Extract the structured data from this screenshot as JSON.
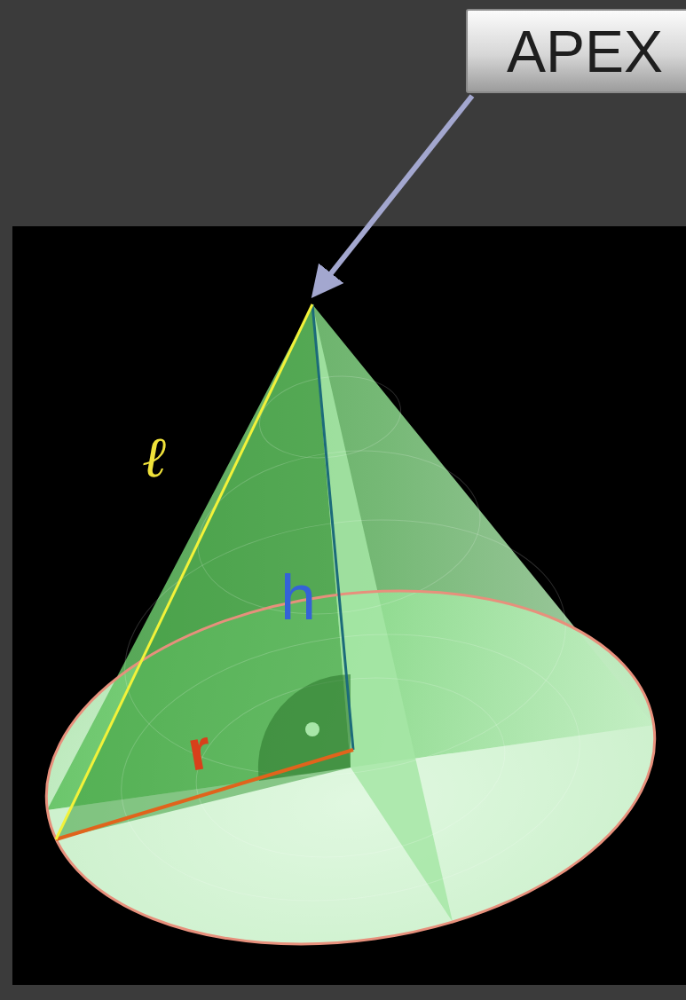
{
  "diagram": {
    "nodes": [
      {
        "text": [
          "APEX"
        ]
      }
    ],
    "labels": [
      "ℓ",
      "h",
      "r"
    ]
  }
}
